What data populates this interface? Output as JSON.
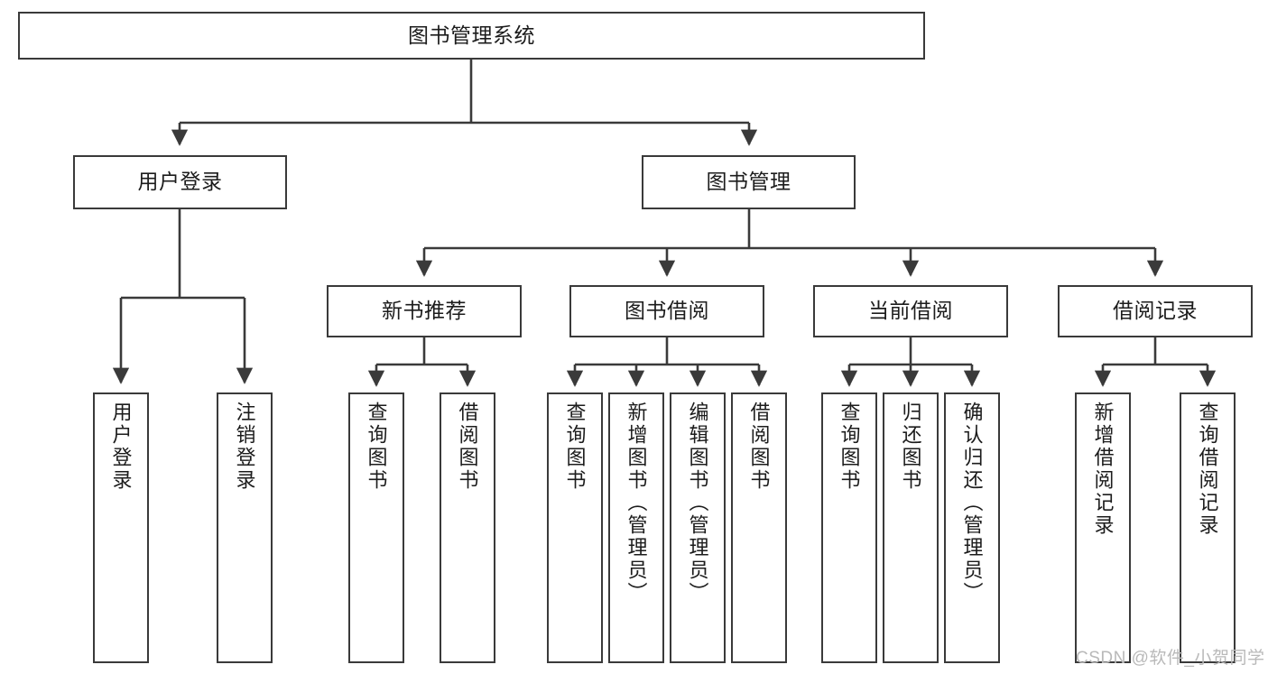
{
  "diagram": {
    "title": "图书管理系统",
    "type": "hierarchy-tree",
    "stroke_color": "#3a3a3a",
    "text_color": "#1c1c1c",
    "background_color": "#ffffff"
  },
  "nodes": {
    "root": {
      "label": "图书管理系统"
    },
    "level2": [
      {
        "label": "用户登录"
      },
      {
        "label": "图书管理"
      }
    ],
    "level3": [
      {
        "label": "新书推荐"
      },
      {
        "label": "图书借阅"
      },
      {
        "label": "当前借阅"
      },
      {
        "label": "借阅记录"
      }
    ],
    "leaves": {
      "user_login": [
        {
          "label": "用户登录"
        },
        {
          "label": "注销登录"
        }
      ],
      "new_book_recommend": [
        {
          "label": "查询图书"
        },
        {
          "label": "借阅图书"
        }
      ],
      "book_borrow": [
        {
          "label": "查询图书"
        },
        {
          "label": "新增图书（管理员）"
        },
        {
          "label": "编辑图书（管理员）"
        },
        {
          "label": "借阅图书"
        }
      ],
      "current_borrow": [
        {
          "label": "查询图书"
        },
        {
          "label": "归还图书"
        },
        {
          "label": "确认归还（管理员）"
        }
      ],
      "borrow_records": [
        {
          "label": "新增借阅记录"
        },
        {
          "label": "查询借阅记录"
        }
      ]
    }
  },
  "watermark": {
    "text": "CSDN @软件_小贺同学"
  }
}
